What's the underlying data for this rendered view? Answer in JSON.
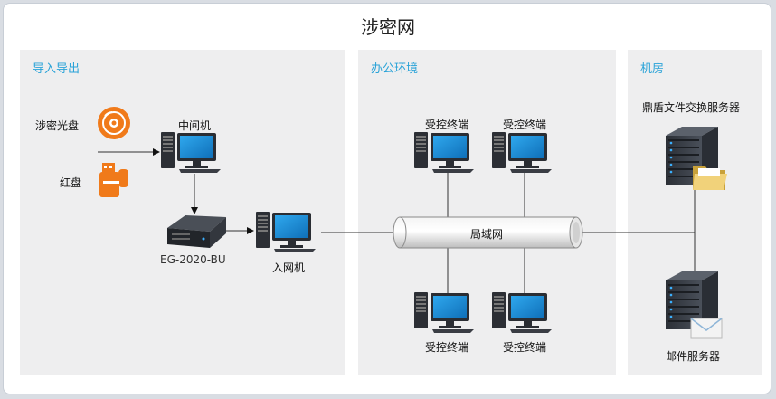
{
  "title": "涉密网",
  "zones": {
    "import_export": "导入导出",
    "office": "办公环境",
    "server_room": "机房"
  },
  "labels": {
    "classified_disc": "涉密光盘",
    "red_disk": "红盘",
    "intermediate_pc": "中间机",
    "device": "EG-2020-BU",
    "entry_pc": "入网机",
    "lan": "局域网",
    "terminal_tl": "受控终端",
    "terminal_tr": "受控终端",
    "terminal_bl": "受控终端",
    "terminal_br": "受控终端",
    "file_server": "鼎盾文件交换服务器",
    "mail_server": "邮件服务器"
  },
  "colors": {
    "accent": "#2aa3d8",
    "orange": "#f07a1a",
    "panel_bg": "#eeeeef",
    "monitor_blue": "#1a8fd6"
  }
}
